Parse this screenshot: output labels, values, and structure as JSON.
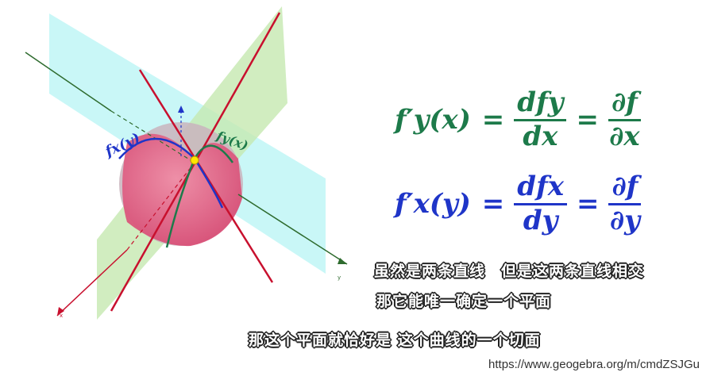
{
  "colors": {
    "plane_cyan": "#bff6f6",
    "plane_green": "#c6e8b0",
    "surface_pink": "#e8607f",
    "line_red": "#c8102e",
    "curve_blue": "#1f35c8",
    "curve_green": "#1d7a4a",
    "point_yellow": "#ffe600"
  },
  "graph": {
    "curve_label_fx": "fx(y)",
    "curve_label_fy": "fy(x)",
    "axis_label_x": "x",
    "axis_label_y": "y"
  },
  "formula_fy": {
    "lhs": "f′y(x)",
    "frac1_num": "dfy",
    "frac1_den": "dx",
    "frac2_num": "∂f",
    "frac2_den": "∂x"
  },
  "formula_fx": {
    "lhs": "f′x(y)",
    "frac1_num": "dfx",
    "frac1_den": "dy",
    "frac2_num": "∂f",
    "frac2_den": "∂y"
  },
  "subtitles": {
    "line1": "虽然是两条直线　但是这两条直线相交",
    "line2": "那它能唯一确定一个平面",
    "line3": "那这个平面就恰好是  这个曲线的一个切面"
  },
  "watermark": "https://www.geogebra.org/m/cmdZSJGu"
}
